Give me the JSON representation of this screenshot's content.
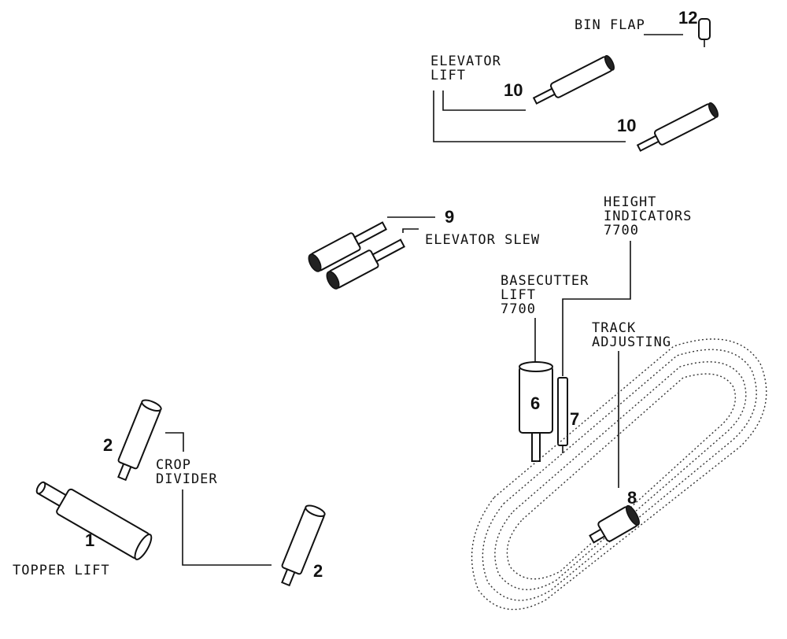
{
  "labels": {
    "bin_flap": "BIN FLAP",
    "elevator_lift_1": "ELEVATOR",
    "elevator_lift_2": "LIFT",
    "elevator_slew": "ELEVATOR SLEW",
    "height_indicators_1": "HEIGHT",
    "height_indicators_2": "INDICATORS",
    "height_indicators_3": "7700",
    "basecutter_1": "BASECUTTER",
    "basecutter_2": "LIFT",
    "basecutter_3": "7700",
    "track_adjusting_1": "TRACK",
    "track_adjusting_2": "ADJUSTING",
    "crop_divider_1": "CROP",
    "crop_divider_2": "DIVIDER",
    "topper_lift": "TOPPER LIFT"
  },
  "callouts": {
    "n12": "12",
    "n10a": "10",
    "n10b": "10",
    "n9": "9",
    "n6": "6",
    "n7": "7",
    "n8": "8",
    "n2a": "2",
    "n2b": "2",
    "n1": "1"
  }
}
